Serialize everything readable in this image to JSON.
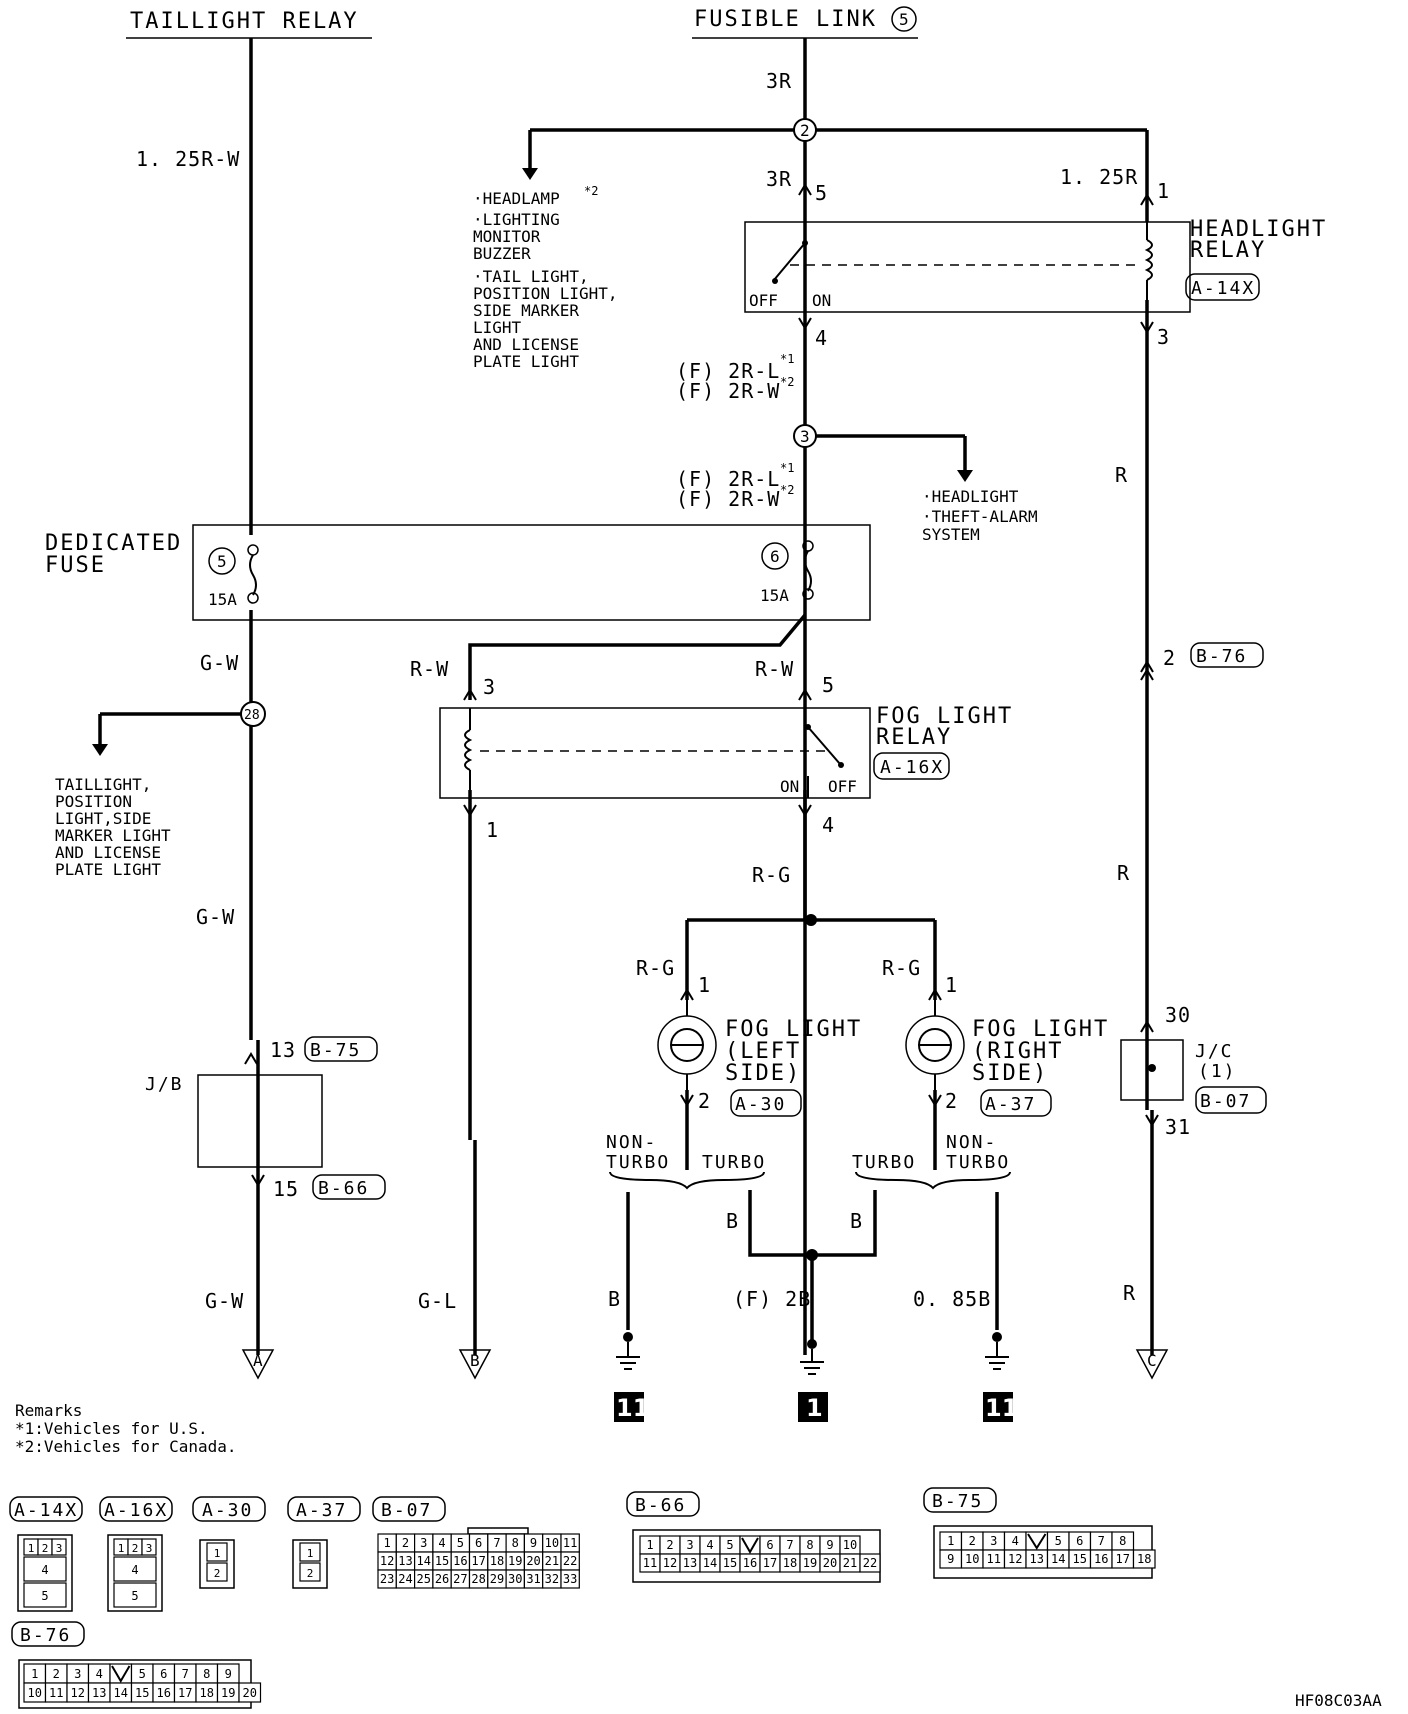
{
  "sources": {
    "taillight_relay": "TAILLIGHT RELAY",
    "fusible_link": "FUSIBLE LINK",
    "fusible_link_num": "5"
  },
  "wires": {
    "w_3R_top": "3R",
    "w_125RW": "1. 25R-W",
    "w_3R_mid": "3R",
    "w_125R": "1. 25R",
    "w_F2RL_1": "(F) 2R-L",
    "w_F2RW_1": "(F) 2R-W",
    "w_F2RL_2": "(F) 2R-L",
    "w_F2RW_2": "(F) 2R-W",
    "w_R_1": "R",
    "w_R_2": "R",
    "w_R_3": "R",
    "w_GW_1": "G-W",
    "w_GW_2": "G-W",
    "w_GW_3": "G-W",
    "w_RW_l": "R-W",
    "w_RW_r": "R-W",
    "w_RG_main": "R-G",
    "w_RG_l": "R-G",
    "w_RG_r": "R-G",
    "w_GL": "G-L",
    "w_B_left": "B",
    "w_F2B": "(F) 2B",
    "w_085B": "0. 85B",
    "w_B_j1": "B",
    "w_B_j2": "B",
    "sup1": "*1",
    "sup2": "*2"
  },
  "junctions": {
    "j2": "2",
    "j3": "3",
    "j28": "28"
  },
  "pins": {
    "hr5": "5",
    "hr1": "1",
    "hr4": "4",
    "hr3": "3",
    "fr3": "3",
    "fr5": "5",
    "fr1": "1",
    "fr4": "4",
    "fl1": "1",
    "fl2": "2",
    "fr_1": "1",
    "fr_2": "2",
    "jc30": "30",
    "jc31": "31",
    "b76_2": "2",
    "jb13": "13",
    "jb15": "15"
  },
  "components": {
    "headlight_relay": [
      "HEADLIGHT",
      "RELAY"
    ],
    "headlight_relay_conn": "A-14X",
    "fog_relay": [
      "FOG LIGHT",
      "RELAY"
    ],
    "fog_relay_conn": "A-16X",
    "dedicated_fuse": [
      "DEDICATED",
      "FUSE"
    ],
    "fuse5_num": "5",
    "fuse6_num": "6",
    "fuse5_rating": "15A",
    "fuse6_rating": "15A",
    "off": "OFF",
    "on": "ON",
    "fog_left": [
      "FOG LIGHT",
      "(LEFT",
      " SIDE)"
    ],
    "fog_left_conn": "A-30",
    "fog_right": [
      "FOG LIGHT",
      "(RIGHT",
      " SIDE)"
    ],
    "fog_right_conn": "A-37",
    "jc": [
      "J/C",
      "(1)"
    ],
    "jc_conn": "B-07",
    "jb": "J/B",
    "jb_conn_top": "B-75",
    "jb_conn_bot": "B-66",
    "b76": "B-76"
  },
  "branches": {
    "headlamp_list": [
      "·HEADLAMP",
      "·LIGHTING",
      " MONITOR",
      " BUZZER",
      "·TAIL LIGHT,",
      " POSITION LIGHT,",
      " SIDE MARKER",
      " LIGHT",
      " AND LICENSE",
      " PLATE LIGHT"
    ],
    "headlight_list": [
      "·HEADLIGHT",
      "·THEFT-ALARM",
      " SYSTEM"
    ],
    "taillight_list": [
      "TAILLIGHT,",
      "POSITION",
      "LIGHT,SIDE",
      "MARKER LIGHT",
      "AND LICENSE",
      "PLATE LIGHT"
    ]
  },
  "variants": {
    "nonturbo_l": [
      "NON-",
      "TURBO"
    ],
    "turbo_l": "TURBO",
    "turbo_r": "TURBO",
    "nonturbo_r": [
      "NON-",
      "TURBO"
    ]
  },
  "outputs": {
    "a": "A",
    "b": "B",
    "c": "C"
  },
  "grounds": {
    "g_left": "11",
    "g_mid": "1",
    "g_right": "11"
  },
  "remarks": [
    "Remarks",
    "*1:Vehicles for U.S.",
    "*2:Vehicles for Canada."
  ],
  "connectors": {
    "a14x": "A-14X",
    "a16x": "A-16X",
    "a30": "A-30",
    "a37": "A-37",
    "b07": "B-07",
    "b66": "B-66",
    "b75": "B-75",
    "b76": "B-76"
  },
  "pinouts": {
    "a14x": [
      [
        "1",
        "2",
        "3"
      ],
      [
        "4"
      ],
      [
        "5"
      ]
    ],
    "a16x": [
      [
        "1",
        "2",
        "3"
      ],
      [
        "4"
      ],
      [
        "5"
      ]
    ],
    "a30": [
      "1",
      "2"
    ],
    "a37": [
      "1",
      "2"
    ],
    "b07": [
      [
        "1",
        "2",
        "3",
        "4",
        "5",
        "6",
        "7",
        "8",
        "9",
        "10",
        "11"
      ],
      [
        "12",
        "13",
        "14",
        "15",
        "16",
        "17",
        "18",
        "19",
        "20",
        "21",
        "22"
      ],
      [
        "23",
        "24",
        "25",
        "26",
        "27",
        "28",
        "29",
        "30",
        "31",
        "32",
        "33"
      ]
    ],
    "b66": [
      [
        "1",
        "2",
        "3",
        "4",
        "5",
        "",
        "6",
        "7",
        "8",
        "9",
        "10"
      ],
      [
        "11",
        "12",
        "13",
        "14",
        "15",
        "16",
        "17",
        "18",
        "19",
        "20",
        "21",
        "22"
      ]
    ],
    "b75": [
      [
        "1",
        "2",
        "3",
        "4",
        "",
        "5",
        "6",
        "7",
        "8"
      ],
      [
        "9",
        "10",
        "11",
        "12",
        "13",
        "14",
        "15",
        "16",
        "17",
        "18"
      ]
    ],
    "b76": [
      [
        "1",
        "2",
        "3",
        "4",
        "",
        "5",
        "6",
        "7",
        "8",
        "9"
      ],
      [
        "10",
        "11",
        "12",
        "13",
        "14",
        "15",
        "16",
        "17",
        "18",
        "19",
        "20"
      ]
    ]
  },
  "figure_code": "HF08C03AA"
}
